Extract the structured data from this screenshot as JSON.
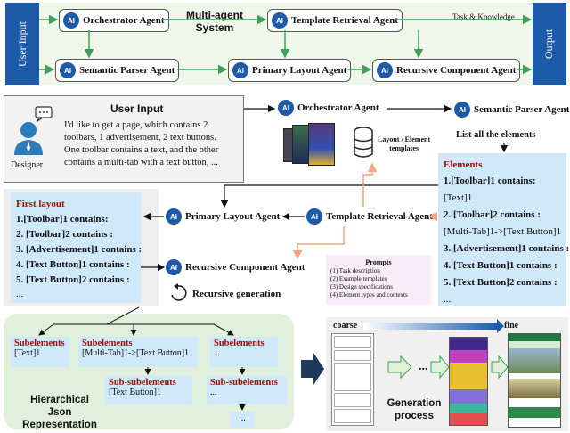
{
  "top_panel": {
    "user_input_label": "User Input",
    "output_label": "Output",
    "title_line1": "Multi-agent",
    "title_line2": "System",
    "task_knowledge": "Task & Knowledge",
    "agents": {
      "orchestrator": "Orchestrator Agent",
      "template_retrieval": "Template Retrieval Agent",
      "semantic_parser": "Semantic Parser Agent",
      "primary_layout": "Primary Layout Agent",
      "recursive_component": "Recursive Component Agent"
    },
    "ai_badge": "AI"
  },
  "user_input": {
    "title": "User Input",
    "designer_label": "Designer",
    "text_lines": [
      "I'd like to get a page, which contains 2",
      "toolbars, 1 advertisement, 2 text buttons.",
      "One toolbar contains a text, and the other",
      "contains a multi-tab with a text button, ..."
    ]
  },
  "flow": {
    "orchestrator": "Orchestrator Agent",
    "semantic_parser": "Semantic Parser Agent",
    "list_all": "List all the elements",
    "layout_templates_line1": "Layout / Element",
    "layout_templates_line2": "templates",
    "primary_layout": "Primary Layout Agent",
    "template_retrieval": "Template Retrieval Agent",
    "recursive_component": "Recursive Component Agent",
    "recursive_generation": "Recursive generation"
  },
  "elements_box": {
    "title": "Elements",
    "lines": [
      "1.[Toolbar]1 contains:",
      "[Text]1",
      "2. [Toolbar]2 contains :",
      "[Multi-Tab]1->[Text Button]1",
      "3. [Advertisement]1 contains :",
      "4. [Text Button]1 contains :",
      "5. [Text Button]2 contains :",
      "..."
    ]
  },
  "first_layout": {
    "title": "First layout",
    "lines": [
      "1.[Toolbar]1 contains:",
      "2. [Toolbar]2 contains :",
      "3. [Advertisement]1 contains :",
      "4. [Text Button]1 contains :",
      "5. [Text Button]2 contains :",
      "..."
    ]
  },
  "prompts": {
    "title": "Prompts",
    "lines": [
      "(1)  Task description",
      "(2)  Example templates",
      "(3)  Design specifications",
      "(4)  Element types and contexts"
    ]
  },
  "hierarchy": {
    "col1_title": "Subelements",
    "col1_value": "[Text]1",
    "col2_title": "Subelements",
    "col2_value": "[Multi-Tab]1->[Text Button]1",
    "col2_sub_title": "Sub-subelements",
    "col2_sub_value": "[Text Button]1",
    "col3_title": "Subelements",
    "col3_value": "...",
    "col3_sub_title": "Sub-subelements",
    "col3_sub_value": "...",
    "col3_more": "...",
    "label_line1": "Hierarchical",
    "label_line2": "Json Representation"
  },
  "generation": {
    "coarse": "coarse",
    "fine": "fine",
    "ellipsis": "...",
    "label_line1": "Generation",
    "label_line2": "process"
  },
  "colors": {
    "accent_blue": "#1d5aa8",
    "arrow_green": "#3fa05a",
    "panel_green": "#e8f3e4",
    "light_blue": "#cfe8fa",
    "red_title": "#c00000",
    "orange_arrow": "#f4a582"
  }
}
